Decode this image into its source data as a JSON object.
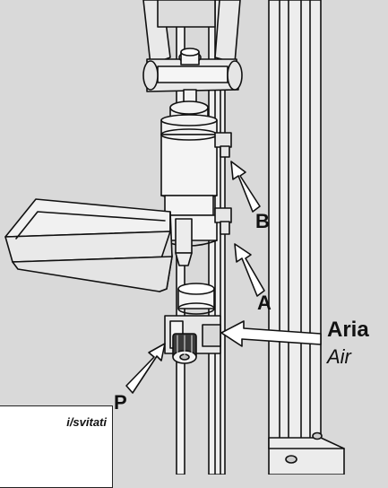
{
  "labels": {
    "b": "B",
    "a": "A",
    "p": "P",
    "aria": "Aria",
    "air": "Air"
  },
  "note": {
    "text": "i/svitati"
  }
}
